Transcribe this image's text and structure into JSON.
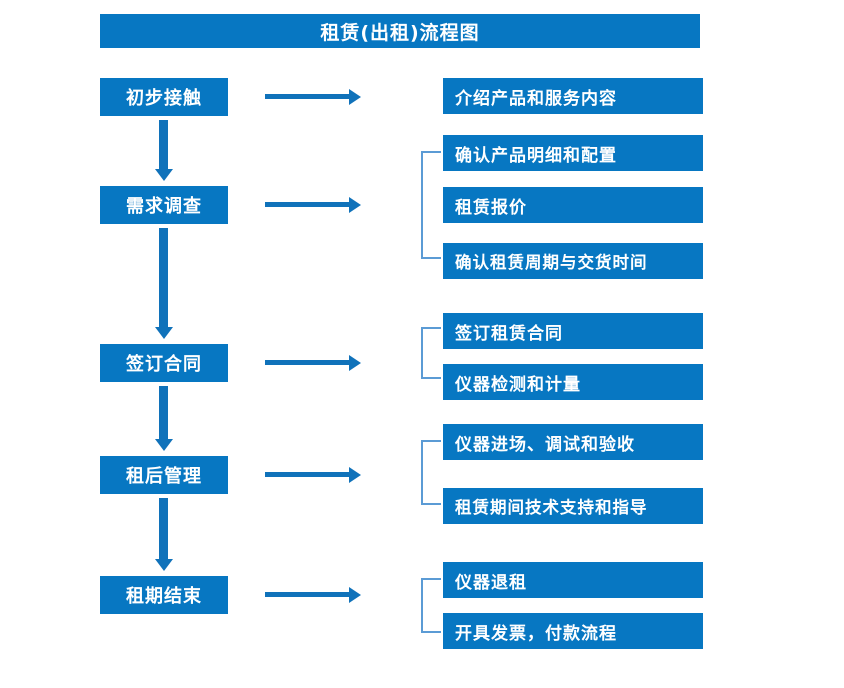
{
  "title": "租赁(出租)流程图",
  "colors": {
    "box_blue": "#0777c2",
    "arrow_blue": "#1072ba",
    "bracket_blue": "#5b9bd5",
    "text_white": "#ffffff",
    "background": "#ffffff"
  },
  "stages": [
    {
      "label": "初步接触"
    },
    {
      "label": "需求调查"
    },
    {
      "label": "签订合同"
    },
    {
      "label": "租后管理"
    },
    {
      "label": "租期结束"
    }
  ],
  "details": [
    {
      "label": "介绍产品和服务内容"
    },
    {
      "label": "确认产品明细和配置"
    },
    {
      "label": "租赁报价"
    },
    {
      "label": "确认租赁周期与交货时间"
    },
    {
      "label": "签订租赁合同"
    },
    {
      "label": "仪器检测和计量"
    },
    {
      "label": "仪器进场、调试和验收"
    },
    {
      "label": "租赁期间技术支持和指导"
    },
    {
      "label": "仪器退租"
    },
    {
      "label": "开具发票，付款流程"
    }
  ],
  "groups": [
    {
      "stage": "初步接触",
      "details": [
        "介绍产品和服务内容"
      ],
      "bracketed": false
    },
    {
      "stage": "需求调查",
      "details": [
        "确认产品明细和配置",
        "租赁报价",
        "确认租赁周期与交货时间"
      ],
      "bracketed": true
    },
    {
      "stage": "签订合同",
      "details": [
        "签订租赁合同",
        "仪器检测和计量"
      ],
      "bracketed": true
    },
    {
      "stage": "租后管理",
      "details": [
        "仪器进场、调试和验收",
        "租赁期间技术支持和指导"
      ],
      "bracketed": true
    },
    {
      "stage": "租期结束",
      "details": [
        "仪器退租",
        "开具发票，付款流程"
      ],
      "bracketed": true
    }
  ]
}
